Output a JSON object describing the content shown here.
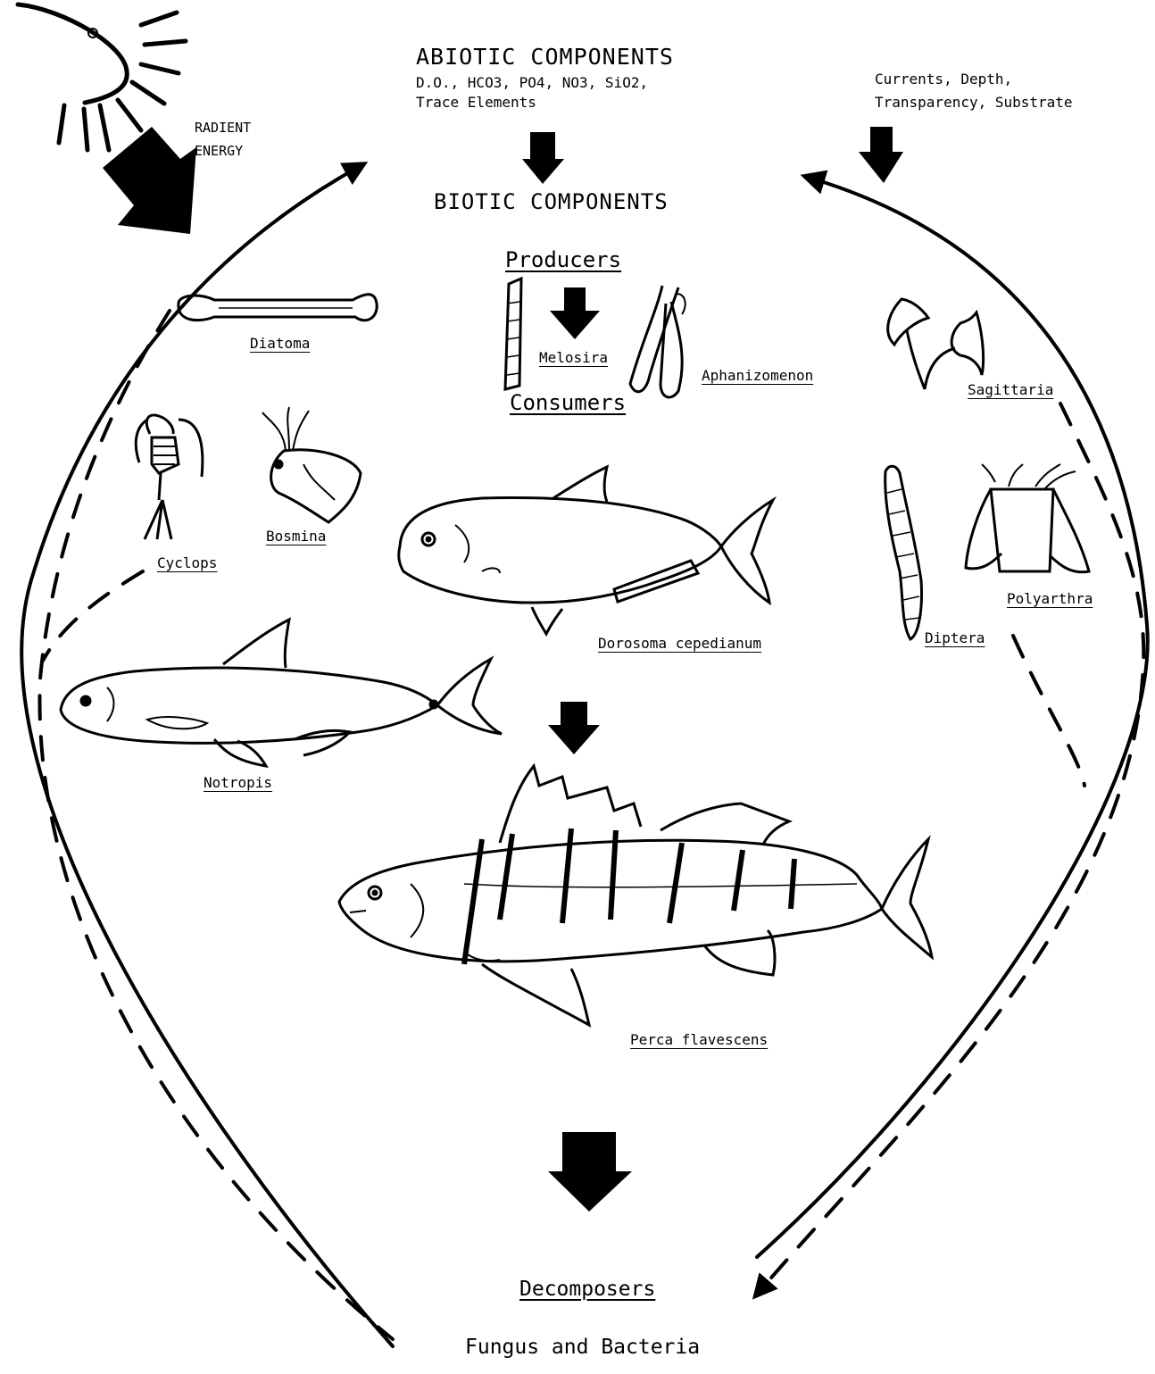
{
  "abiotic": {
    "title": "ABIOTIC COMPONENTS",
    "line1": "D.O., HCO3, PO4, NO3, SiO2,",
    "line2": "Trace Elements"
  },
  "physical": {
    "line1": "Currents, Depth,",
    "line2": "Transparency, Substrate"
  },
  "energy": {
    "line1": "RADIENT",
    "line2": "ENERGY"
  },
  "biotic_title": "BIOTIC COMPONENTS",
  "producers_label": "Producers",
  "consumers_label": "Consumers",
  "organisms": {
    "diatoma": "Diatoma",
    "melosira": "Melosira",
    "aphanizomenon": "Aphanizomenon",
    "sagittaria": "Sagittaria",
    "cyclops": "Cyclops",
    "bosmina": "Bosmina",
    "dorosoma": "Dorosoma cepedianum",
    "diptera": "Diptera",
    "polyarthra": "Polyarthra",
    "notropis": "Notropis",
    "perca": "Perca flavescens"
  },
  "decomposers_label": "Decomposers",
  "fungus_label": "Fungus and Bacteria"
}
